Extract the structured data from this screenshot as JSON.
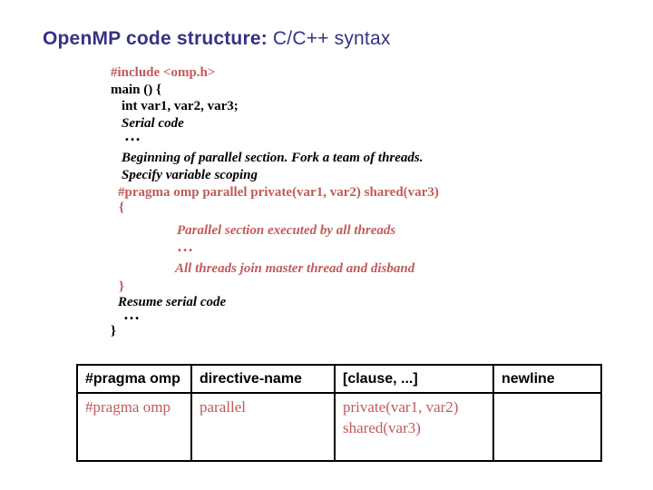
{
  "slide": {
    "title": {
      "bold": "OpenMP code structure:",
      "rest": " C/C++ syntax"
    },
    "colors": {
      "title_navy": "#333387",
      "code_red": "#c05b5b",
      "text_black": "#000000",
      "background": "#ffffff",
      "table_border": "#000000"
    },
    "code_lines": [
      "#include <omp.h>",
      "main () {",
      "int var1, var2, var3;",
      "Serial code",
      "…",
      "Beginning of parallel section. Fork a team of threads.",
      "Specify variable scoping",
      "#pragma omp parallel private(var1, var2) shared(var3)",
      "{",
      "Parallel section executed by all threads",
      "…",
      "All threads join master thread and disband",
      "}",
      "Resume serial code",
      "…",
      "}"
    ],
    "syntax_table": {
      "header": [
        "#pragma omp",
        "directive-name",
        "[clause, ...]",
        "newline"
      ],
      "row": [
        "#pragma omp",
        "parallel",
        "private(var1, var2) shared(var3)",
        ""
      ]
    }
  }
}
